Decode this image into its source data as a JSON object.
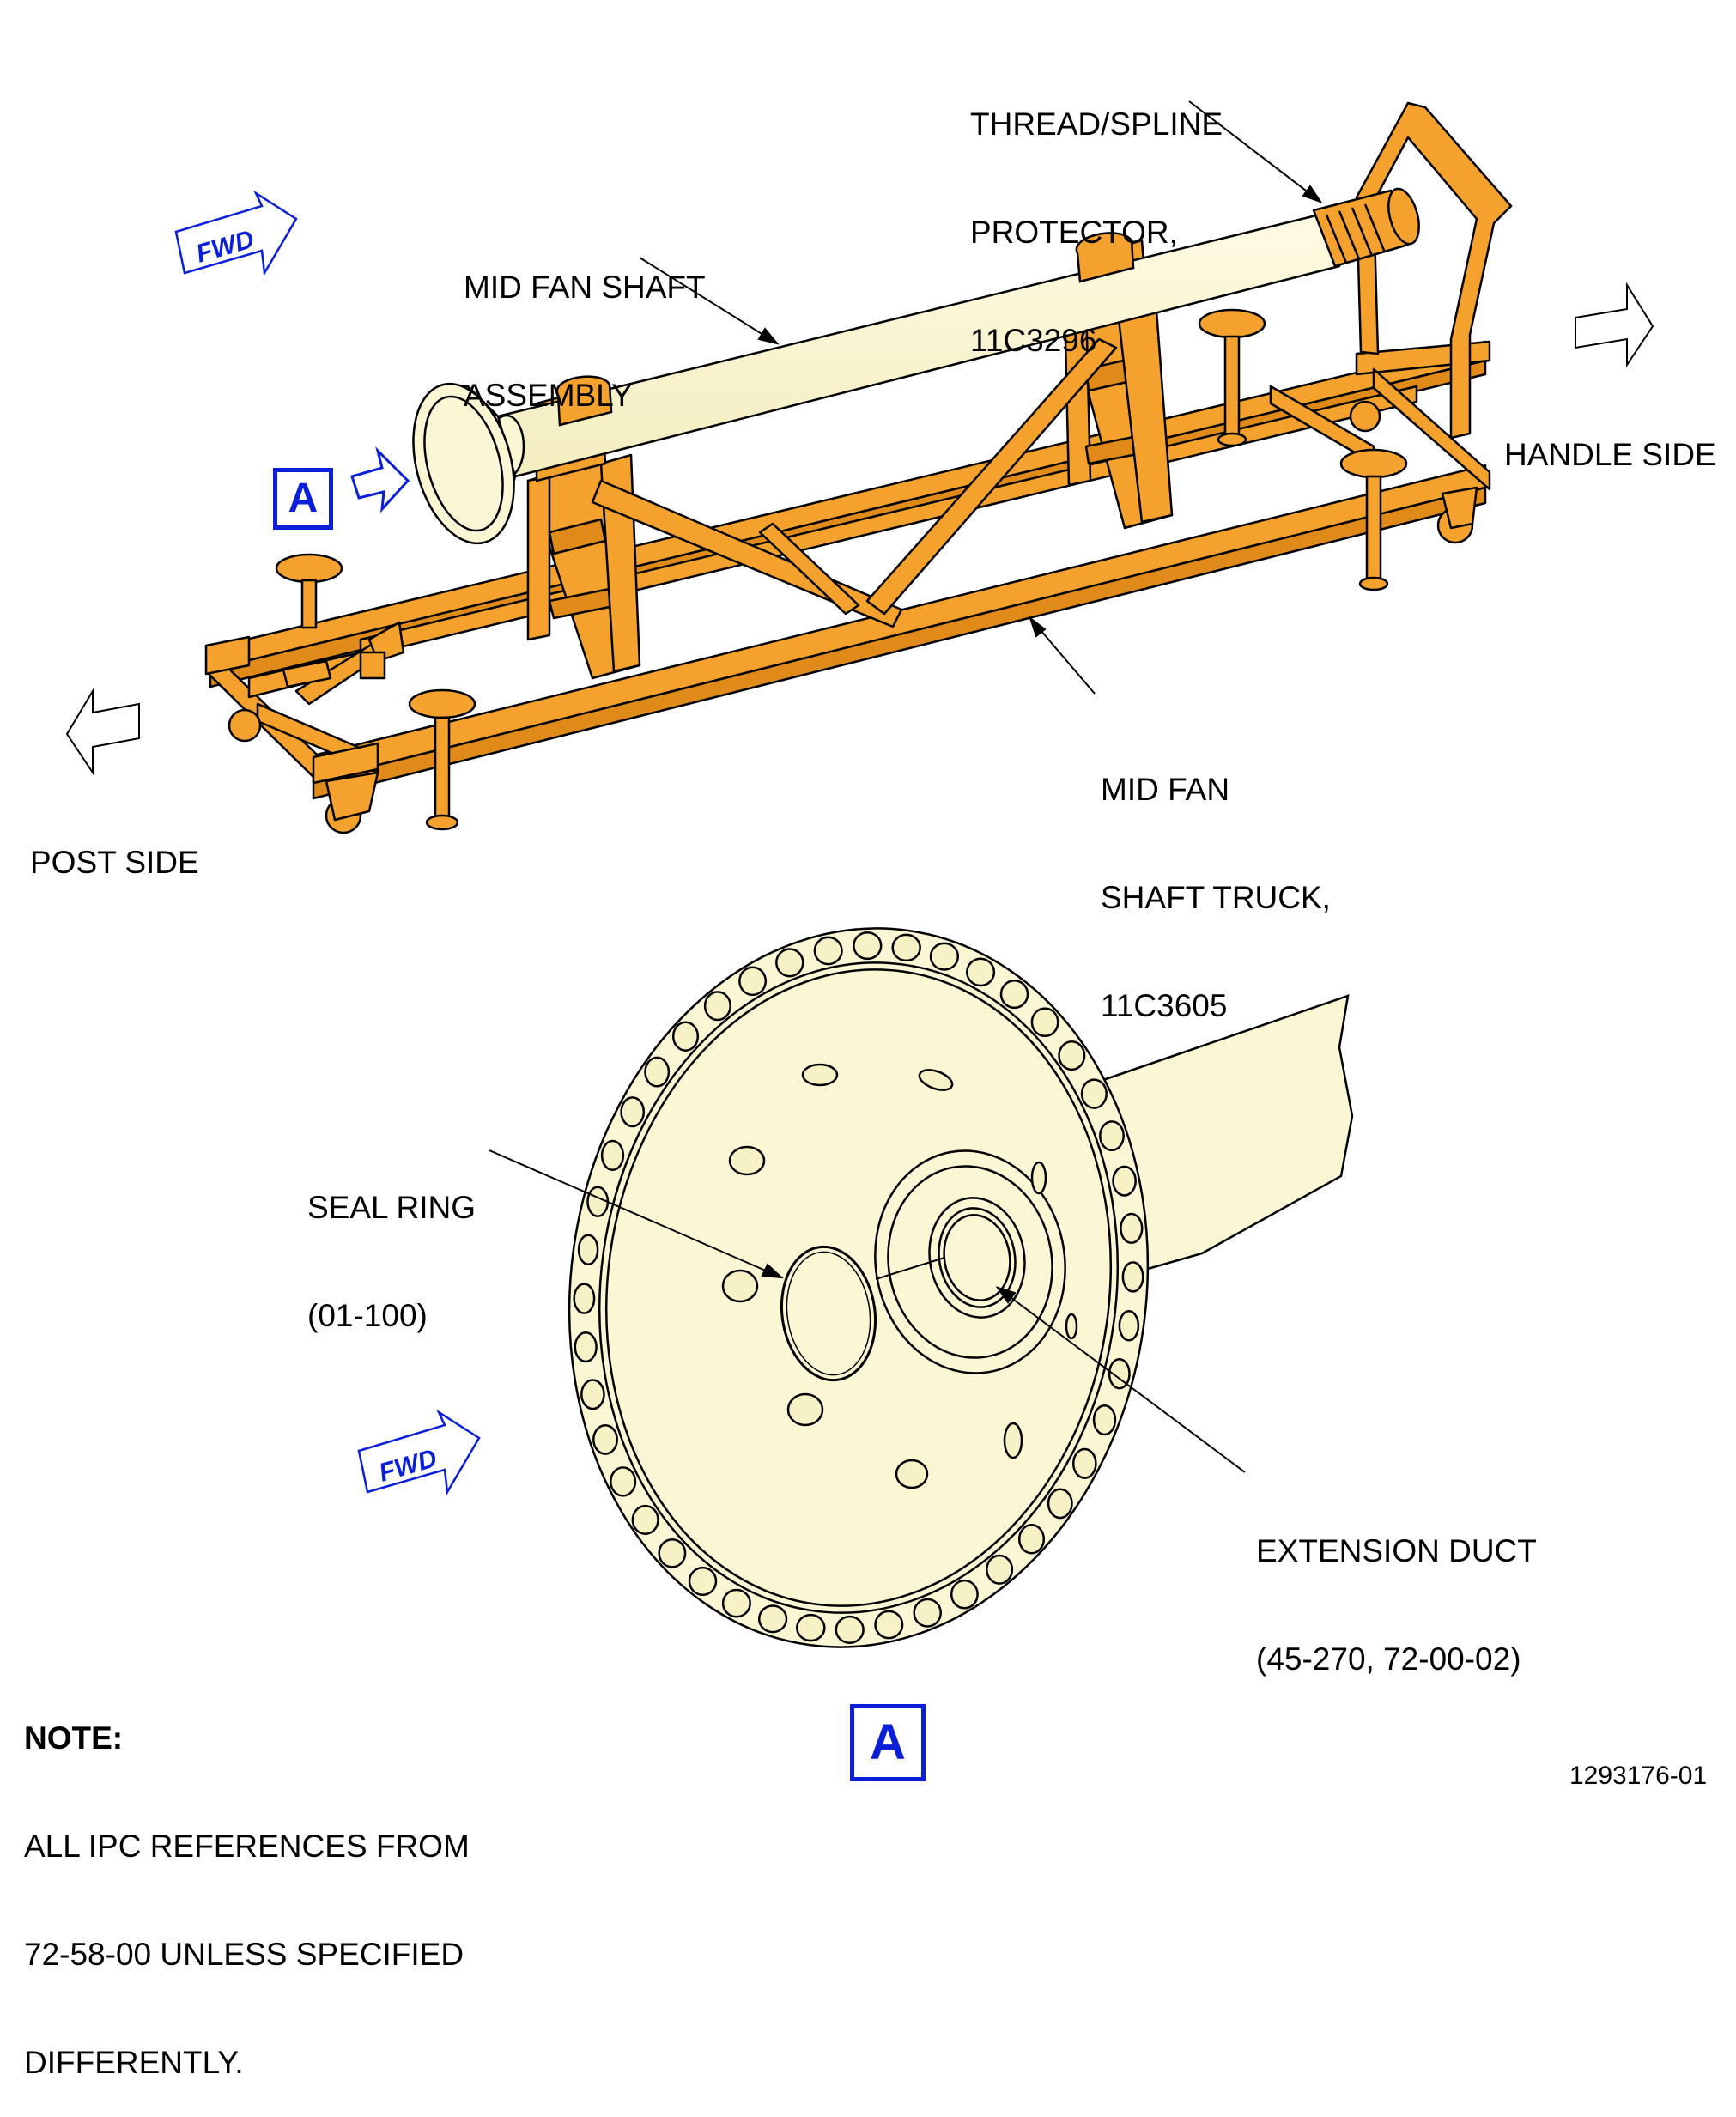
{
  "colors": {
    "truck": "#f5a12e",
    "truck_dark": "#e08a1a",
    "shaft": "#fbf7d4",
    "flange": "#fbf7d4",
    "accent_blue": "#0b1fd9",
    "line": "#000000"
  },
  "labels": {
    "thread_protector": [
      "THREAD/SPLINE",
      "PROTECTOR,",
      "11C3296"
    ],
    "mid_fan_shaft_assembly": [
      "MID FAN SHAFT",
      "ASSEMBLY"
    ],
    "handle_side": "HANDLE SIDE",
    "post_side": "POST SIDE",
    "mid_fan_shaft_truck": [
      "MID FAN",
      "SHAFT TRUCK,",
      "11C3605"
    ],
    "seal_ring": [
      "SEAL RING",
      "(01-100)"
    ],
    "extension_duct": [
      "EXTENSION DUCT",
      "(45-270, 72-00-02)"
    ]
  },
  "fwd_label": "FWD",
  "view_ref": "A",
  "note": {
    "title": "NOTE:",
    "lines": [
      "ALL IPC REFERENCES FROM",
      "72-58-00 UNLESS SPECIFIED",
      "DIFFERENTLY."
    ]
  },
  "figure_number": "1293176-01",
  "icons": [
    "fwd-arrow-icon",
    "direction-arrow-icon",
    "view-pointer-arrow-icon"
  ]
}
